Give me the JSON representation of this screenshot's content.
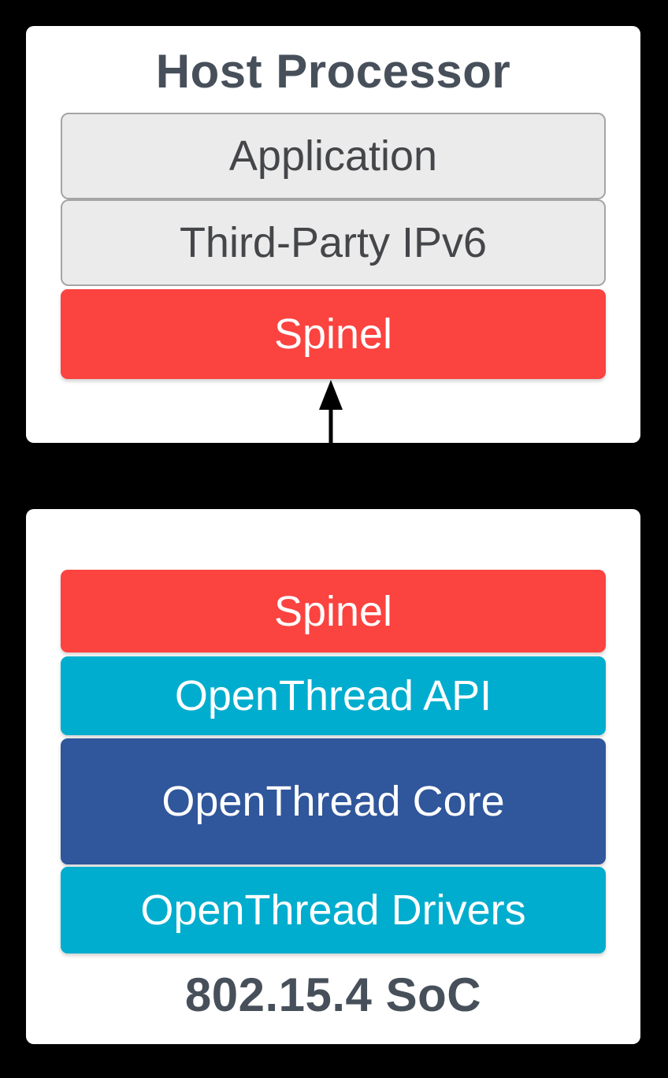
{
  "colors": {
    "background": "#000000",
    "card_background": "#ffffff",
    "gray_layer_background": "#ebebeb",
    "gray_layer_border": "#a5a5a5",
    "spinel_red": "#fb4340",
    "openthread_cyan": "#00adce",
    "openthread_core_blue": "#30569b",
    "card_title_text": "#47505a",
    "gray_layer_text": "#454649",
    "colored_layer_text": "#ffffff",
    "arrow": "#000000"
  },
  "host_card": {
    "title": "Host Processor",
    "layers": [
      {
        "label": "Application",
        "color": "gray"
      },
      {
        "label": "Third-Party IPv6",
        "color": "gray"
      },
      {
        "label": "Spinel",
        "color": "red"
      }
    ]
  },
  "connector": {
    "kind": "double-headed-vertical-arrow",
    "connects": "Host Processor Spinel <-> 802.15.4 SoC Spinel"
  },
  "soc_card": {
    "title": "802.15.4 SoC",
    "layers": [
      {
        "label": "Spinel",
        "color": "red"
      },
      {
        "label": "OpenThread API",
        "color": "cyan"
      },
      {
        "label": "OpenThread Core",
        "color": "blue"
      },
      {
        "label": "OpenThread Drivers",
        "color": "cyan"
      }
    ]
  }
}
